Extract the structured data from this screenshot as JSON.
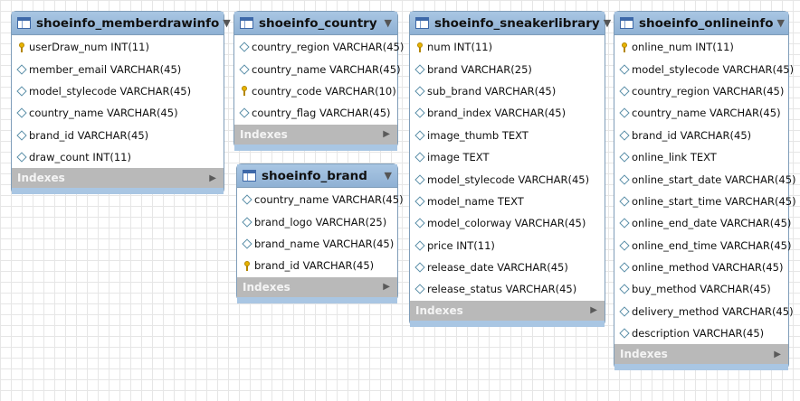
{
  "tables": [
    {
      "name": "shoeinfo_memberdrawinfo",
      "columns": [
        {
          "icon": "primary-key-icon",
          "text": "userDraw_num INT(11)"
        },
        {
          "icon": "column-diamond-icon",
          "text": "member_email VARCHAR(45)"
        },
        {
          "icon": "column-diamond-icon",
          "text": "model_stylecode VARCHAR(45)"
        },
        {
          "icon": "column-diamond-icon",
          "text": "country_name VARCHAR(45)"
        },
        {
          "icon": "column-diamond-icon",
          "text": "brand_id VARCHAR(45)"
        },
        {
          "icon": "column-diamond-icon",
          "text": "draw_count INT(11)"
        }
      ],
      "indexes_label": "Indexes"
    },
    {
      "name": "shoeinfo_country",
      "columns": [
        {
          "icon": "column-diamond-icon",
          "text": "country_region VARCHAR(45)"
        },
        {
          "icon": "column-diamond-icon",
          "text": "country_name VARCHAR(45)"
        },
        {
          "icon": "primary-key-icon",
          "text": "country_code VARCHAR(10)"
        },
        {
          "icon": "column-diamond-icon",
          "text": "country_flag VARCHAR(45)"
        }
      ],
      "indexes_label": "Indexes"
    },
    {
      "name": "shoeinfo_brand",
      "columns": [
        {
          "icon": "column-diamond-icon",
          "text": "country_name VARCHAR(45)"
        },
        {
          "icon": "column-diamond-icon",
          "text": "brand_logo VARCHAR(25)"
        },
        {
          "icon": "column-diamond-icon",
          "text": "brand_name VARCHAR(45)"
        },
        {
          "icon": "primary-key-icon",
          "text": "brand_id VARCHAR(45)"
        }
      ],
      "indexes_label": "Indexes"
    },
    {
      "name": "shoeinfo_sneakerlibrary",
      "columns": [
        {
          "icon": "primary-key-icon",
          "text": "num INT(11)"
        },
        {
          "icon": "column-diamond-icon",
          "text": "brand VARCHAR(25)"
        },
        {
          "icon": "column-diamond-icon",
          "text": "sub_brand VARCHAR(45)"
        },
        {
          "icon": "column-diamond-icon",
          "text": "brand_index VARCHAR(45)"
        },
        {
          "icon": "column-diamond-icon",
          "text": "image_thumb TEXT"
        },
        {
          "icon": "column-diamond-icon",
          "text": "image TEXT"
        },
        {
          "icon": "column-diamond-icon",
          "text": "model_stylecode VARCHAR(45)"
        },
        {
          "icon": "column-diamond-icon",
          "text": "model_name TEXT"
        },
        {
          "icon": "column-diamond-icon",
          "text": "model_colorway VARCHAR(45)"
        },
        {
          "icon": "column-diamond-icon",
          "text": "price INT(11)"
        },
        {
          "icon": "column-diamond-icon",
          "text": "release_date VARCHAR(45)"
        },
        {
          "icon": "column-diamond-icon",
          "text": "release_status VARCHAR(45)"
        }
      ],
      "indexes_label": "Indexes"
    },
    {
      "name": "shoeinfo_onlineinfo",
      "columns": [
        {
          "icon": "primary-key-icon",
          "text": "online_num INT(11)"
        },
        {
          "icon": "column-diamond-icon",
          "text": "model_stylecode VARCHAR(45)"
        },
        {
          "icon": "column-diamond-icon",
          "text": "country_region VARCHAR(45)"
        },
        {
          "icon": "column-diamond-icon",
          "text": "country_name VARCHAR(45)"
        },
        {
          "icon": "column-diamond-icon",
          "text": "brand_id VARCHAR(45)"
        },
        {
          "icon": "column-diamond-icon",
          "text": "online_link TEXT"
        },
        {
          "icon": "column-diamond-icon",
          "text": "online_start_date VARCHAR(45)"
        },
        {
          "icon": "column-diamond-icon",
          "text": "online_start_time VARCHAR(45)"
        },
        {
          "icon": "column-diamond-icon",
          "text": "online_end_date VARCHAR(45)"
        },
        {
          "icon": "column-diamond-icon",
          "text": "online_end_time VARCHAR(45)"
        },
        {
          "icon": "column-diamond-icon",
          "text": "online_method VARCHAR(45)"
        },
        {
          "icon": "column-diamond-icon",
          "text": "buy_method VARCHAR(45)"
        },
        {
          "icon": "column-diamond-icon",
          "text": "delivery_method VARCHAR(45)"
        },
        {
          "icon": "column-diamond-icon",
          "text": "description VARCHAR(45)"
        }
      ],
      "indexes_label": "Indexes"
    }
  ]
}
